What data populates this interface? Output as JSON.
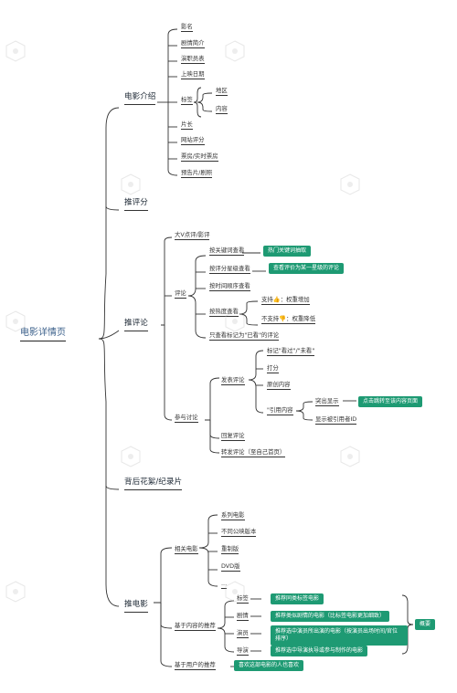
{
  "colors": {
    "line": "#333333",
    "accent": "#1e9a73",
    "root_text": "#3a5f8a"
  },
  "root": "电影详情页",
  "branches": {
    "intro": "电影介绍",
    "rating": "推评分",
    "review": "推评论",
    "behind": "背后花絮/纪录片",
    "recommend": "推电影"
  },
  "intro": {
    "items": [
      "影名",
      "剧情简介",
      "演职员表",
      "上映日期"
    ],
    "tag_label": "标签",
    "tag_children": [
      "地区",
      "内容"
    ],
    "items2": [
      "片长",
      "网站评分",
      "票房/实时票房",
      "预告片/剧照"
    ]
  },
  "review": {
    "bigv": "大V点评/影评",
    "comment": "评论",
    "c_keyword": "按关键词查看",
    "c_keyword_note": "热门关键词抽取",
    "c_star": "按评分星级查看",
    "c_star_note": "查看评价为某一星级的评论",
    "c_time": "按时间顺序查看",
    "c_hot": "按热度查看",
    "c_support": "支持👍：权重增加",
    "c_oppose": "不支持👎：权重降低",
    "c_seen": "只查看标记为\"已看\"的评论",
    "participate": "参与讨论",
    "post": "发表评论",
    "p_mark": "标记\"看过\"/\"未看\"",
    "p_score": "打分",
    "p_original": "原创内容",
    "p_quote": "\"引用内容",
    "q_show": "突出显示",
    "q_show_note": "点击跳转至该内容页面",
    "q_id": "显示被引用者ID",
    "reply": "回复评论",
    "forward": "转发评论（至自己首页）"
  },
  "recommend": {
    "related": "相关电影",
    "related_items": [
      "系列电影",
      "不同公映版本",
      "重制版",
      "DVD版",
      "..."
    ],
    "content_based": "基于内容的推荐",
    "cb_items": [
      {
        "label": "标签",
        "note": "推荐同类标签电影"
      },
      {
        "label": "剧情",
        "note": "推荐类似剧情的电影（比标签电影更加细致）"
      },
      {
        "label": "演员",
        "note": "推荐选中演员所出演的电影（按演员出场时间/官位排序）"
      },
      {
        "label": "导演",
        "note": "推荐选中导演执导或参与制作的电影"
      }
    ],
    "summary": "概要",
    "user_based": "基于用户的推荐",
    "user_note": "喜欢这部电影的人也喜欢"
  }
}
